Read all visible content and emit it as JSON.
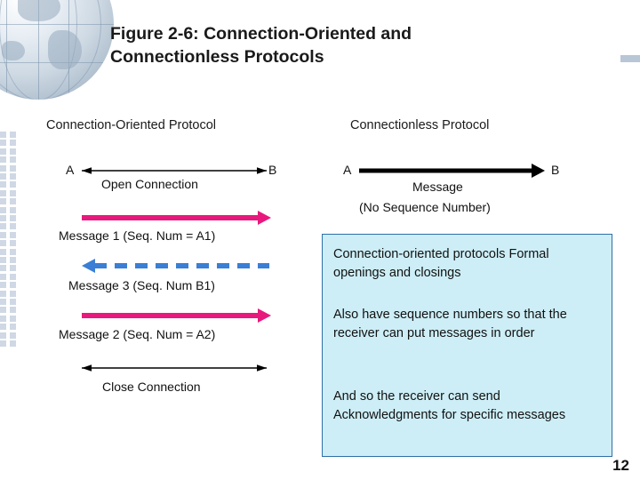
{
  "slide": {
    "title": "Figure 2-6: Connection-Oriented and Connectionless Protocols",
    "page_number": "12"
  },
  "columns": {
    "left_heading": "Connection-Oriented Protocol",
    "right_heading": "Connectionless Protocol"
  },
  "left_diagram": {
    "endpoint_a": "A",
    "endpoint_b": "B",
    "steps": [
      {
        "label": "Open Connection",
        "arrow": "double-headed-thin",
        "color": "#000000"
      },
      {
        "label": "Message 1 (Seq. Num = A1)",
        "arrow": "right-solid-thick",
        "color": "#e8197d"
      },
      {
        "label": "Message 3 (Seq. Num B1)",
        "arrow": "left-dashed-thick",
        "color": "#3a7fd5"
      },
      {
        "label": "Message 2 (Seq. Num = A2)",
        "arrow": "right-solid-thick",
        "color": "#e8197d"
      },
      {
        "label": "Close Connection",
        "arrow": "double-headed-thin",
        "color": "#000000"
      }
    ]
  },
  "right_diagram": {
    "endpoint_a": "A",
    "endpoint_b": "B",
    "message_label": "Message",
    "sub_label": "(No Sequence Number)",
    "arrow": "right-solid-heavy",
    "color": "#000000"
  },
  "notes": {
    "background": "#cdeef6",
    "border": "#2f6fa8",
    "paragraphs": [
      "Connection-oriented protocols Formal openings and closings",
      "Also have sequence numbers so that the receiver can put messages in order",
      "And so the receiver can send Acknowledgments for specific messages"
    ]
  },
  "decor": {
    "globe": "globe-image",
    "dot_column": "dot-grid-decoration",
    "right_bar": "right-edge-bar"
  }
}
